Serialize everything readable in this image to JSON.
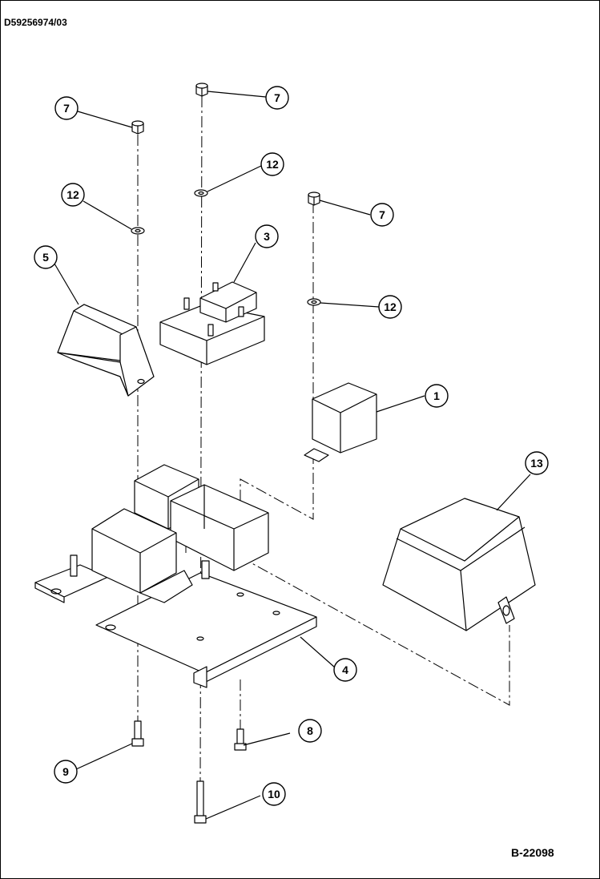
{
  "header": {
    "document_id": "D59256974/03"
  },
  "footer": {
    "figure_id": "B-22098"
  },
  "callouts": [
    {
      "id": "c7a",
      "label": "7"
    },
    {
      "id": "c7b",
      "label": "7"
    },
    {
      "id": "c7c",
      "label": "7"
    },
    {
      "id": "c12a",
      "label": "12"
    },
    {
      "id": "c12b",
      "label": "12"
    },
    {
      "id": "c12c",
      "label": "12"
    },
    {
      "id": "c3",
      "label": "3"
    },
    {
      "id": "c5",
      "label": "5"
    },
    {
      "id": "c1",
      "label": "1"
    },
    {
      "id": "c13",
      "label": "13"
    },
    {
      "id": "c4",
      "label": "4"
    },
    {
      "id": "c8",
      "label": "8"
    },
    {
      "id": "c9",
      "label": "9"
    },
    {
      "id": "c10",
      "label": "10"
    }
  ]
}
